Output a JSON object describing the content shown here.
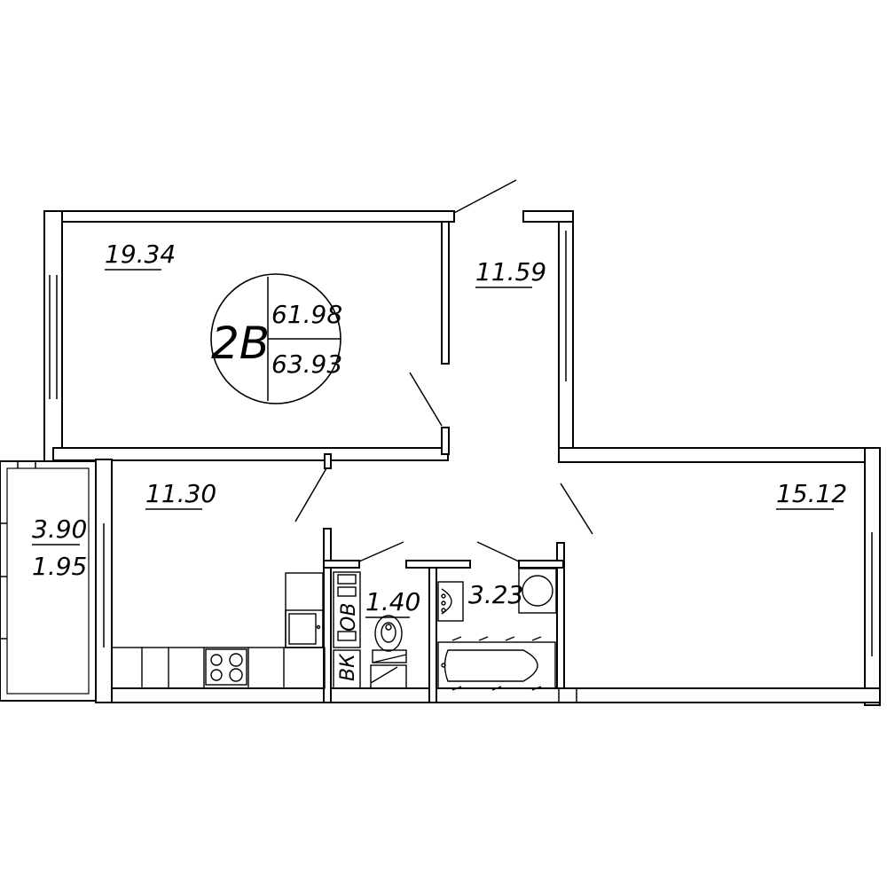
{
  "plan": {
    "apartment_code": "2B",
    "area_living": "61.98",
    "area_total": "63.93",
    "rooms": {
      "room_top_left": "19.34",
      "hallway": "11.59",
      "kitchen": "11.30",
      "room_right": "15.12",
      "wc": "1.40",
      "bathroom": "3.23",
      "balcony_area": "3.90",
      "balcony_reduced": "1.95"
    },
    "markers": {
      "ob": "ОВ",
      "vk": "ВК"
    }
  }
}
